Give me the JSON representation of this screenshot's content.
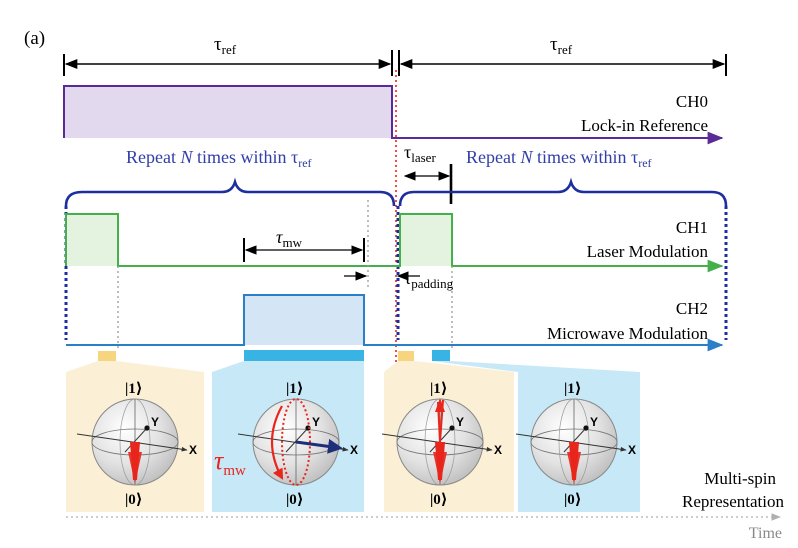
{
  "panel_label": "(a)",
  "tau_ref_left": "τ",
  "tau_ref_left_sub": "ref",
  "tau_ref_right": "τ",
  "tau_ref_right_sub": "ref",
  "ch0": {
    "name": "CH0",
    "desc": "Lock-in Reference",
    "color": "#5a2a96",
    "fill": "#e3d9ee"
  },
  "repeat_left": {
    "text": "Repeat ",
    "n": "N",
    "mid": " times within τ",
    "sub": "ref"
  },
  "repeat_right": {
    "text": "Repeat ",
    "n": "N",
    "mid": " times within τ",
    "sub": "ref"
  },
  "tau_laser": {
    "sym": "τ",
    "sub": "laser"
  },
  "ch1": {
    "name": "CH1",
    "desc": "Laser Modulation",
    "color": "#45b04a",
    "fill": "#e4f2e0"
  },
  "tau_mw": {
    "sym": "τ",
    "sub": "mw"
  },
  "tau_padding": {
    "sym": "τ",
    "sub": "padding"
  },
  "ch2": {
    "name": "CH2",
    "desc": "Microwave Modulation",
    "color": "#2a7fc7",
    "fill": "#d4e6f5"
  },
  "bloch": {
    "ket1": "|1⟩",
    "ket0": "|0⟩",
    "axis_x": "X",
    "axis_y": "Y",
    "big_tau": "τ",
    "big_tau_sub": "mw"
  },
  "colors": {
    "brace": "#1d2f9e",
    "repeat_text": "#2f3ea8",
    "red": "#e8261c",
    "laser_panel": "#fbf0d6",
    "mw_panel": "#c7e8f6",
    "laser_marker": "#f7d57f",
    "mw_marker": "#37b4e4"
  },
  "multi_spin": "Multi-spin",
  "representation": "Representation",
  "time_label": "Time"
}
